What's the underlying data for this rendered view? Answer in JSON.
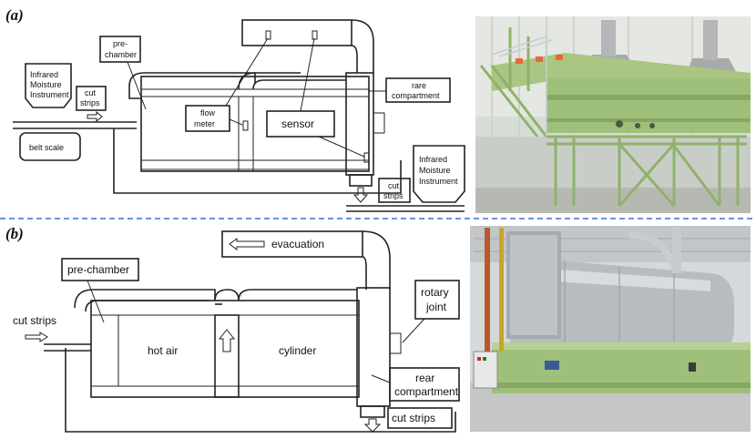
{
  "panel_a": {
    "letter": "(a)",
    "labels": {
      "infrared_left": [
        "Infrared",
        "Moisture",
        "Instrument"
      ],
      "cut_strips_in": [
        "cut",
        "strips"
      ],
      "pre_chamber": [
        "pre-",
        "chamber"
      ],
      "belt_scale": "belt scale",
      "flow_meter": [
        "flow",
        "meter"
      ],
      "sensor": "sensor",
      "rare_compartment": [
        "rare",
        "compartment"
      ],
      "cut_strips_out": [
        "cut",
        "strips"
      ],
      "infrared_right": [
        "Infrared",
        "Moisture",
        "Instrument"
      ]
    }
  },
  "panel_b": {
    "letter": "(b)",
    "labels": {
      "evacuation": "evacuation",
      "pre_chamber": "pre-chamber",
      "cut_strips_in": "cut strips",
      "hot_air": "hot air",
      "cylinder": "cylinder",
      "rotary_joint": [
        "rotary",
        "joint"
      ],
      "rear_compartment": [
        "rear",
        "compartment"
      ],
      "cut_strips_out": "cut strips"
    }
  },
  "colors": {
    "divider": "#3b6fd0",
    "machine_green": "#9fc07a",
    "steel": "#b9bcbf",
    "ink": "#222222"
  }
}
